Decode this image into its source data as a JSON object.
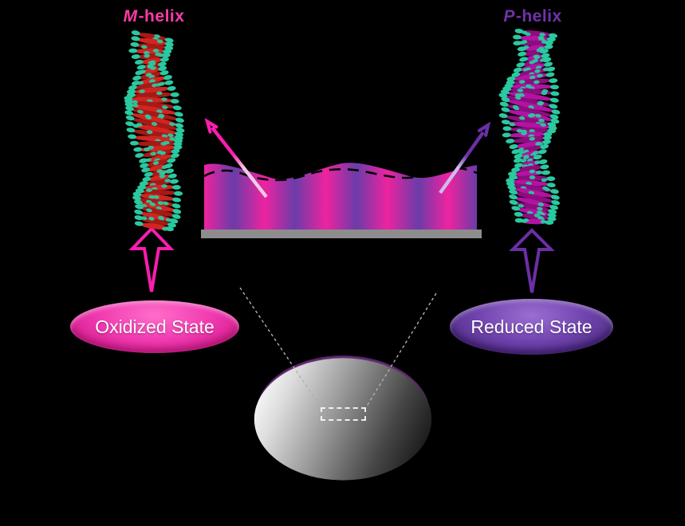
{
  "labels": {
    "m_helix_prefix": "M",
    "m_helix_suffix": "-helix",
    "p_helix_prefix": "P",
    "p_helix_suffix": "-helix",
    "oxidized_state": "Oxidized State",
    "reduced_state": "Reduced State"
  },
  "colors": {
    "background": "#000000",
    "m_label": "#ff3aa8",
    "p_label": "#7132aa",
    "film_pink": "#ee23a0",
    "film_purple": "#6a3ca8",
    "film_base": "#8d8d8d",
    "film_outline": "#000000",
    "pink_arrow": "#ff1cb0",
    "pink_arrow_light": "#f3cae6",
    "purple_arrow": "#6c2fa6",
    "purple_arrow_light": "#cebcec",
    "helix_m_main": "#d32420",
    "helix_m_dark": "#a51a16",
    "helix_p_main": "#b312a2",
    "helix_p_dark": "#8c0d7e",
    "helix_tip": "#2ac9a0",
    "oxidized_hi": "#ff6ec9",
    "oxidized_mid": "#f23cb2",
    "oxidized_dark": "#cf1486",
    "reduced_hi": "#9a6fd2",
    "reduced_mid": "#6f42ad",
    "reduced_dark": "#472a78",
    "disk_light": "#ab5da0",
    "disk_mid": "#8d4095",
    "disk_dark": "#6e2b85",
    "disk_spot": "#ef8f92",
    "dashed_line": "#b0b0b0"
  }
}
